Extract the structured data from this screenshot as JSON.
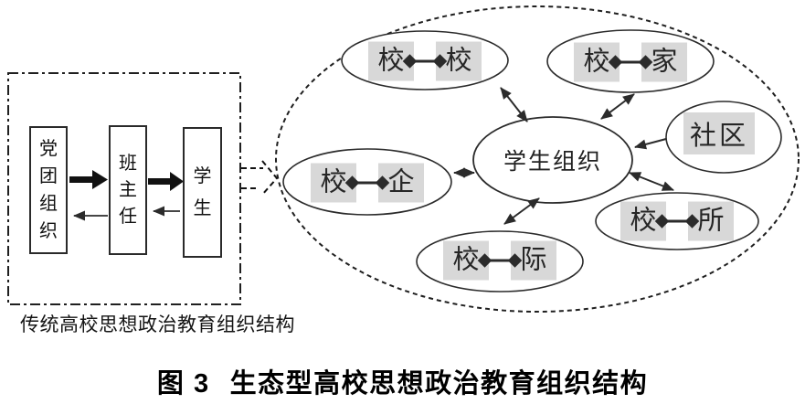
{
  "figure": {
    "label": "图 3",
    "title": "生态型高校思想政治教育组织结构"
  },
  "traditional_panel": {
    "caption": "传统高校思想政治教育组织结构",
    "nodes": [
      "党团组织",
      "班主任",
      "学生"
    ]
  },
  "ecosystem_panel": {
    "center_label": "学生组织",
    "community_label": "社区",
    "pairs": [
      {
        "name": "school-school",
        "left": "校",
        "right": "校"
      },
      {
        "name": "school-family",
        "left": "校",
        "right": "家"
      },
      {
        "name": "school-enterprise",
        "left": "校",
        "right": "企"
      },
      {
        "name": "school-institute",
        "left": "校",
        "right": "所"
      },
      {
        "name": "school-interschool",
        "left": "校",
        "right": "际"
      }
    ]
  },
  "colors": {
    "box_gray": "#d8d8d8",
    "line": "#2b2b2b",
    "text": "#1f1f1f"
  }
}
